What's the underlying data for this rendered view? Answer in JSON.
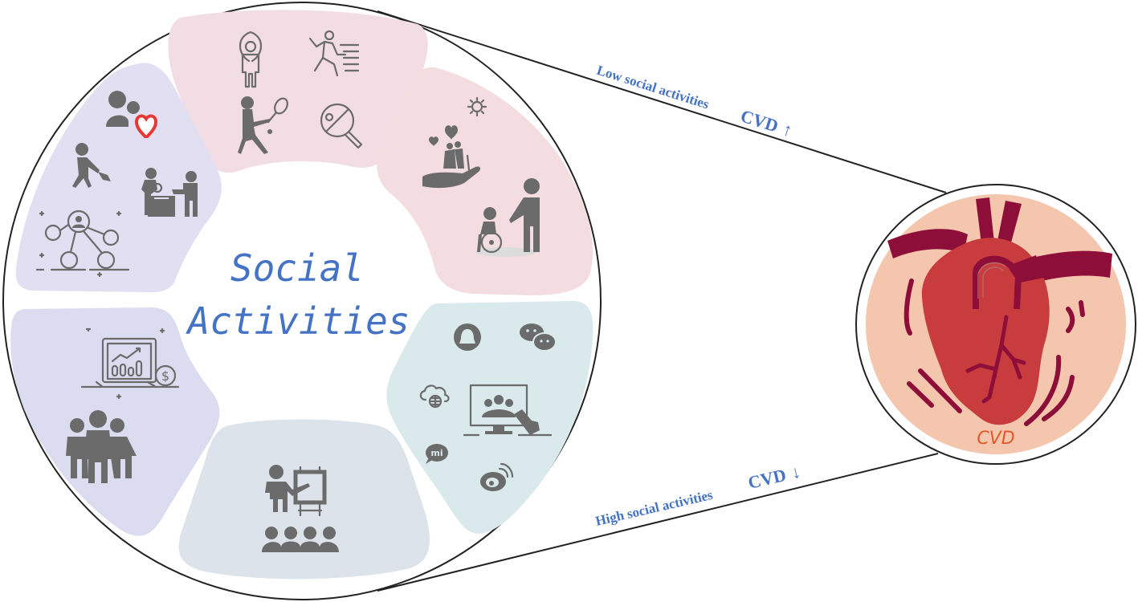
{
  "diagram": {
    "center_title_line1": "Social",
    "center_title_line2": "Activities",
    "links": {
      "top": {
        "label": "Low social activities",
        "outcome": "CVD",
        "arrow": "↑"
      },
      "bottom": {
        "label": "High social activities",
        "outcome": "CVD",
        "arrow": "↓"
      }
    },
    "heart_label": "CVD",
    "segments": [
      {
        "id": "sports",
        "color": "#f2dde4",
        "icons": [
          "jump-rope-icon",
          "running-icon",
          "tennis-icon",
          "ping-pong-icon"
        ]
      },
      {
        "id": "caregiving",
        "color": "#f4dde0",
        "icons": [
          "sun-icon",
          "elderly-care-hand-icon",
          "wheelchair-assist-icon"
        ]
      },
      {
        "id": "online-social",
        "color": "#d9e9ec",
        "icons": [
          "qq-icon",
          "wechat-icon",
          "cloud-globe-icon",
          "online-meeting-icon",
          "mi-chat-icon",
          "weibo-icon"
        ]
      },
      {
        "id": "education",
        "color": "#dce3ea",
        "icons": [
          "presentation-icon"
        ]
      },
      {
        "id": "work-groups",
        "color": "#dcdcf0",
        "icons": [
          "laptop-finance-icon",
          "team-group-icon"
        ]
      },
      {
        "id": "volunteering",
        "color": "#e3dff2",
        "icons": [
          "charity-people-icon",
          "sweeping-icon",
          "donation-box-icon",
          "network-people-icon"
        ]
      }
    ],
    "colors": {
      "text_accent": "#4472c4",
      "icon_gray": "#6b6b6b",
      "heart_bg": "#f5c6ae",
      "heart_body": "#c93c3e",
      "vessels": "#8e0e3a",
      "cvd_text": "#e05a2b"
    }
  }
}
